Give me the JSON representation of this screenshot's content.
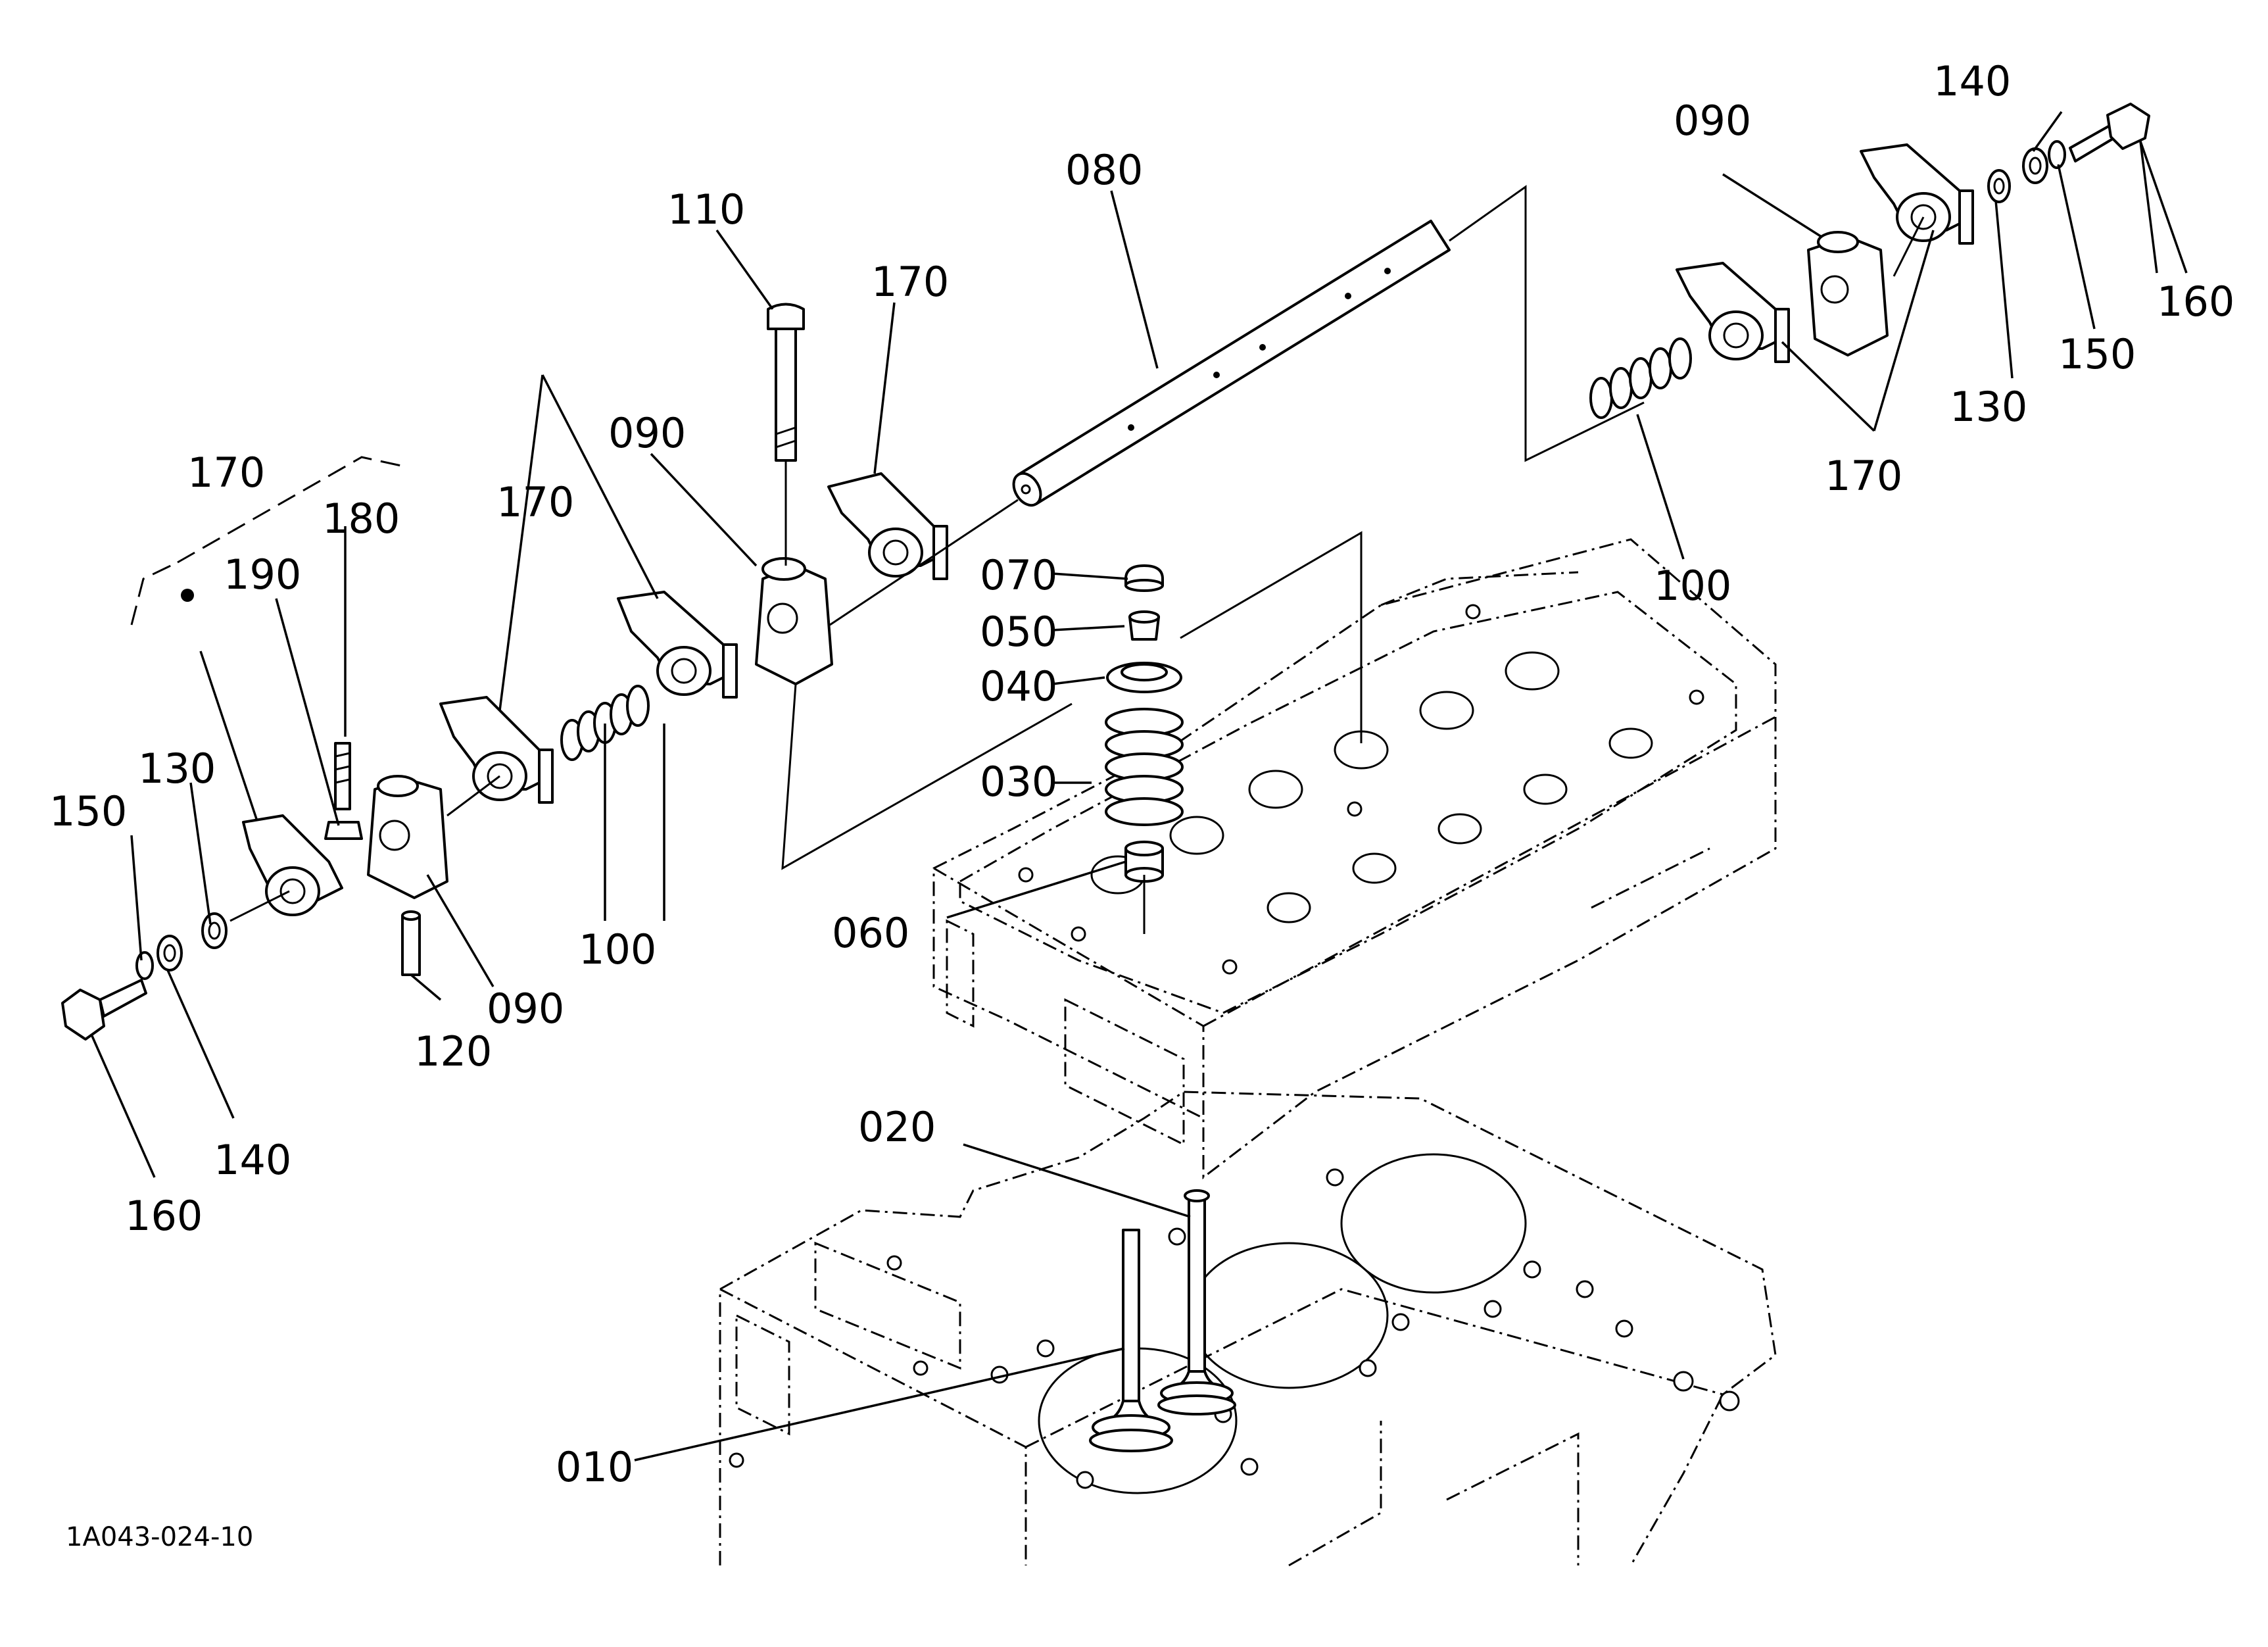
{
  "labels": {
    "l010": "010",
    "l020": "020",
    "l030": "030",
    "l040": "040",
    "l050": "050",
    "l060": "060",
    "l070": "070",
    "l080": "080",
    "l090a": "090",
    "l090b": "090",
    "l090c": "090",
    "l100a": "100",
    "l100b": "100",
    "l110": "110",
    "l120": "120",
    "l130a": "130",
    "l130b": "130",
    "l140a": "140",
    "l140b": "140",
    "l150a": "150",
    "l150b": "150",
    "l160a": "160",
    "l160b": "160",
    "l170a": "170",
    "l170b": "170",
    "l170c": "170",
    "l170d": "170",
    "l180": "180",
    "l190": "190"
  },
  "drawing_code": "1A043-024-10"
}
